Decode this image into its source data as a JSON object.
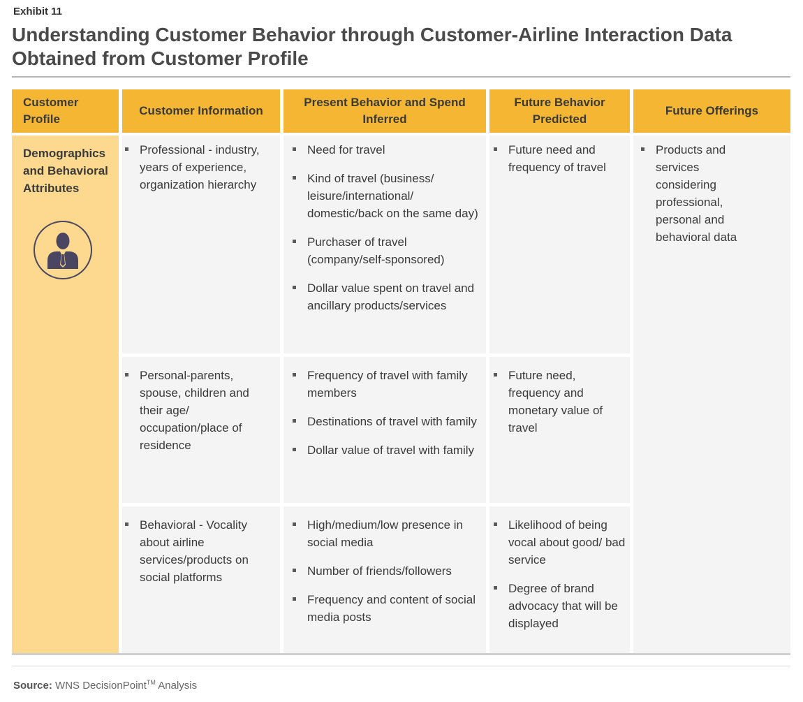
{
  "exhibit": "Exhibit 11",
  "title": "Understanding Customer Behavior through Customer-Airline Interaction Data Obtained from Customer Profile",
  "headers": {
    "profile": "Customer Profile",
    "info": "Customer Information",
    "present": "Present Behavior and Spend Inferred",
    "future_behavior": "Future Behavior Predicted",
    "offerings": "Future Offerings"
  },
  "profile_label": "Demographics and Behavioral Attributes",
  "avatar_icon": "person-icon",
  "rows": [
    {
      "info": [
        "Professional - industry, years of experience, organization hierarchy"
      ],
      "present": [
        "Need for travel",
        "Kind of travel (business/ leisure/international/ domestic/back on the same day)",
        "Purchaser of travel (company/self-sponsored)",
        "Dollar value spent on travel and ancillary products/services"
      ],
      "future": [
        "Future need and frequency of travel"
      ]
    },
    {
      "info": [
        "Personal-parents, spouse, children and their age/ occupation/place of residence"
      ],
      "present": [
        "Frequency of travel with family members",
        "Destinations of travel with family",
        "Dollar value of travel with family"
      ],
      "future": [
        "Future need, frequency and monetary value of travel"
      ]
    },
    {
      "info": [
        "Behavioral - Vocality about airline services/products on social platforms"
      ],
      "present": [
        "High/medium/low presence in social media",
        "Number of friends/followers",
        "Frequency and content of social media posts"
      ],
      "future": [
        "Likelihood of being vocal about good/ bad service",
        "Degree of brand advocacy that will be displayed"
      ]
    }
  ],
  "offerings": [
    "Products and services considering professional, personal and behavioral data"
  ],
  "source": {
    "label": "Source:",
    "text": "WNS DecisionPoint",
    "tm": "TM",
    "suffix": "Analysis"
  },
  "colors": {
    "header": "#f5b733",
    "profile_column": "#fcd98e",
    "cell": "#f4f4f4",
    "avatar": "#4a4560"
  }
}
